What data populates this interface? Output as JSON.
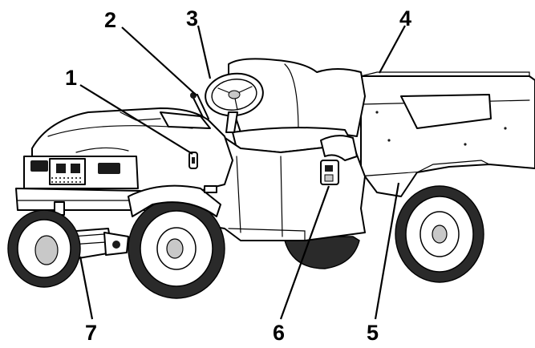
{
  "callouts": [
    {
      "id": "c1",
      "label": "1"
    },
    {
      "id": "c2",
      "label": "2"
    },
    {
      "id": "c3",
      "label": "3"
    },
    {
      "id": "c4",
      "label": "4"
    },
    {
      "id": "c5",
      "label": "5"
    },
    {
      "id": "c6",
      "label": "6"
    },
    {
      "id": "c7",
      "label": "7"
    }
  ],
  "colors": {
    "ink": "#000000",
    "background": "#ffffff",
    "shade": "#c8c8c8"
  }
}
